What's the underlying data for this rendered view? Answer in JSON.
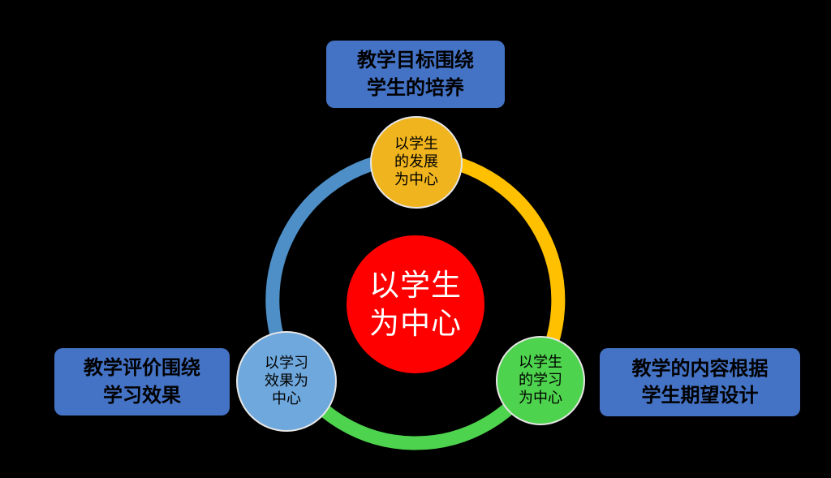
{
  "background": "#000000",
  "colors": {
    "box_blue": "#4472C4",
    "box_text": "#000000",
    "ring_blue": "#4E8FC7",
    "ring_yellow": "#FFC000",
    "ring_green": "#4ED34E",
    "circle_yellow": "#EFB41E",
    "circle_blue": "#6FA8DC",
    "circle_green": "#4ED34E",
    "circle_red": "#FE0000",
    "small_circle_text": "#000000",
    "center_text": "#FFFFFF"
  },
  "center_circle": {
    "lines": [
      "以学生",
      "为中心"
    ]
  },
  "top_circle": {
    "lines": [
      "以学生",
      "的发展",
      "为中心"
    ]
  },
  "left_circle": {
    "lines": [
      "以学习",
      "效果为",
      "中心"
    ]
  },
  "right_circle": {
    "lines": [
      "以学生",
      "的学习",
      "为中心"
    ]
  },
  "top_box": {
    "lines": [
      "教学目标围绕",
      "学生的培养"
    ]
  },
  "left_box": {
    "lines": [
      "教学评价围绕",
      "学习效果"
    ]
  },
  "right_box": {
    "lines": [
      "教学的内容根据",
      "学生期望设计"
    ]
  }
}
